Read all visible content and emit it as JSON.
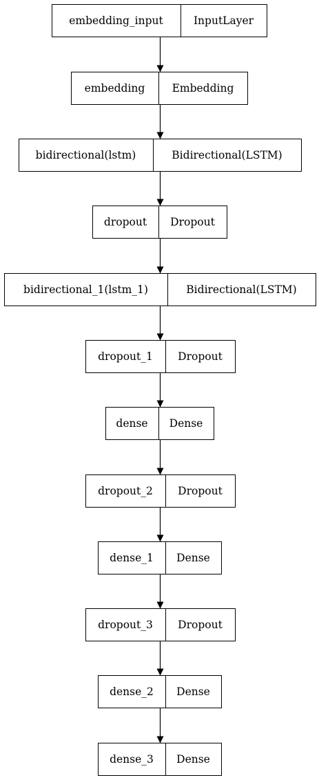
{
  "diagram": {
    "colors": {
      "stroke": "#000000",
      "text": "#000000",
      "background": "#ffffff"
    },
    "nodes": [
      {
        "name": "embedding_input",
        "type": "InputLayer"
      },
      {
        "name": "embedding",
        "type": "Embedding"
      },
      {
        "name": "bidirectional(lstm)",
        "type": "Bidirectional(LSTM)"
      },
      {
        "name": "dropout",
        "type": "Dropout"
      },
      {
        "name": "bidirectional_1(lstm_1)",
        "type": "Bidirectional(LSTM)"
      },
      {
        "name": "dropout_1",
        "type": "Dropout"
      },
      {
        "name": "dense",
        "type": "Dense"
      },
      {
        "name": "dropout_2",
        "type": "Dropout"
      },
      {
        "name": "dense_1",
        "type": "Dense"
      },
      {
        "name": "dropout_3",
        "type": "Dropout"
      },
      {
        "name": "dense_2",
        "type": "Dense"
      },
      {
        "name": "dense_3",
        "type": "Dense"
      }
    ],
    "edges": [
      [
        0,
        1
      ],
      [
        1,
        2
      ],
      [
        2,
        3
      ],
      [
        3,
        4
      ],
      [
        4,
        5
      ],
      [
        5,
        6
      ],
      [
        6,
        7
      ],
      [
        7,
        8
      ],
      [
        8,
        9
      ],
      [
        9,
        10
      ],
      [
        10,
        11
      ]
    ]
  }
}
